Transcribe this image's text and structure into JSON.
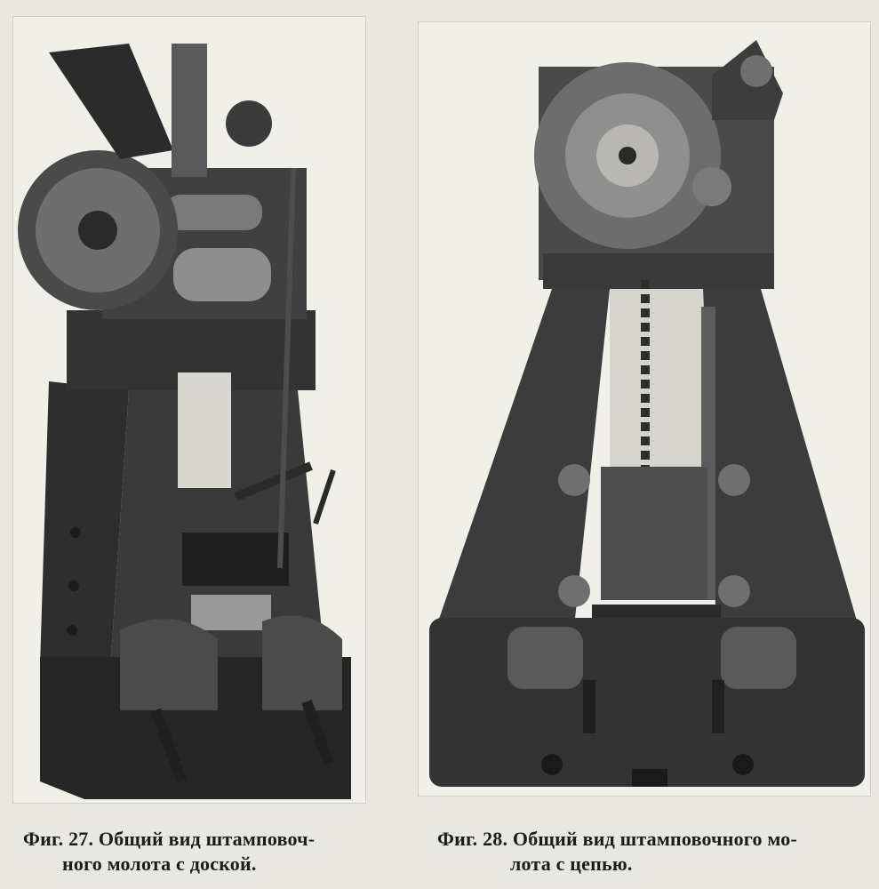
{
  "figures": [
    {
      "id": "fig27",
      "caption_line1": "Фиг. 27. Общий вид штамповоч-",
      "caption_line2": "ного молота с доской."
    },
    {
      "id": "fig28",
      "caption_line1": "Фиг. 28. Общий вид штамповочного мо-",
      "caption_line2": "лота с цепью."
    }
  ],
  "colors": {
    "paper": "#e9e7e2",
    "ink": "#1c1c1c",
    "metal_dark": "#2a2a2a",
    "metal_mid": "#555555",
    "metal_light": "#8a8a8a"
  }
}
